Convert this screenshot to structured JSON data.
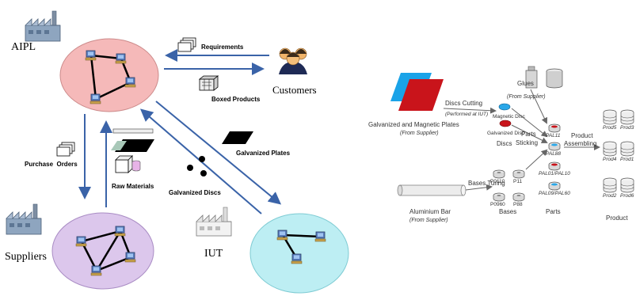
{
  "left_diagram": {
    "nodes": {
      "aipl": "AIPL",
      "customers": "Customers",
      "suppliers": "Suppliers",
      "iut": "IUT"
    },
    "flows": {
      "requirements": "Requirements",
      "boxed_products": "Boxed Products",
      "purchase_orders": "Purchase  Orders",
      "raw_materials": "Raw Materials",
      "galvanized_plates": "Galvanized Plates",
      "galvanized_discs": "Galvanized Discs"
    }
  },
  "right_diagram": {
    "glues": "Glues",
    "glues_source": "(From Supplier)",
    "discs_cutting": "Discs Cutting",
    "discs_cutting_note": "(Performed at IUT)",
    "plates": "Galvanized and Magnetic Plates",
    "plates_source": "(From Supplier)",
    "magnetic_disc": "Magnetic Disc",
    "galvanized_disc": "Galvanized Disc",
    "discs": "Discs",
    "parts_sticking_1": "Parts",
    "parts_sticking_2": "Sticking",
    "product_assembling_1": "Product",
    "product_assembling_2": "Assembling",
    "aluminium_bar": "Aluminium Bar",
    "aluminium_source": "(From Supplier)",
    "bases_turing": "Bases Turing",
    "bases": "Bases",
    "parts": "Parts",
    "product": "Product",
    "base_codes": [
      "P0110",
      "P11",
      "P0960",
      "P88"
    ],
    "part_codes": [
      "PAL11",
      "PAL88",
      "PAL01/PAL10",
      "PAL09/PAL60"
    ],
    "product_codes": [
      "Prod5",
      "Prod3",
      "Prod4",
      "Prod1",
      "Prod2",
      "Prod6"
    ]
  }
}
